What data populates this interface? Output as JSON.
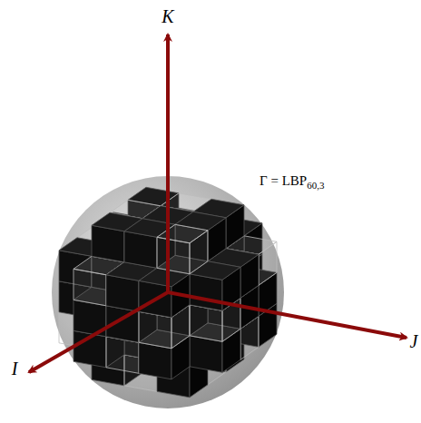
{
  "diagram": {
    "labels": [
      "K",
      "J",
      "I",
      "Γ = LBP",
      "60,3"
    ]
  }
}
